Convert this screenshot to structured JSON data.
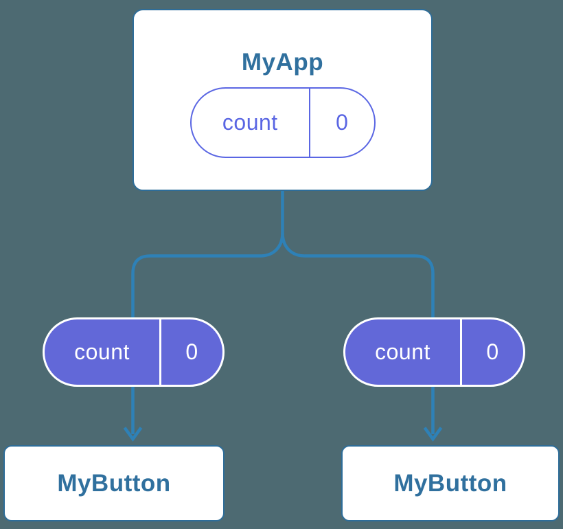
{
  "colors": {
    "background": "#4d6a72",
    "node-border": "#2e6d99",
    "node-text": "#30709e",
    "connector": "#2e81b7",
    "state-fill": "#6268d8",
    "state-stroke": "#5a66e3",
    "state-text-on-fill": "#ffffff",
    "node-bg": "#ffffff"
  },
  "diagram": {
    "root_node": {
      "title": "MyApp",
      "state": {
        "label": "count",
        "value": "0"
      }
    },
    "child_nodes": [
      {
        "title": "MyButton",
        "prop": {
          "label": "count",
          "value": "0"
        }
      },
      {
        "title": "MyButton",
        "prop": {
          "label": "count",
          "value": "0"
        }
      }
    ]
  }
}
